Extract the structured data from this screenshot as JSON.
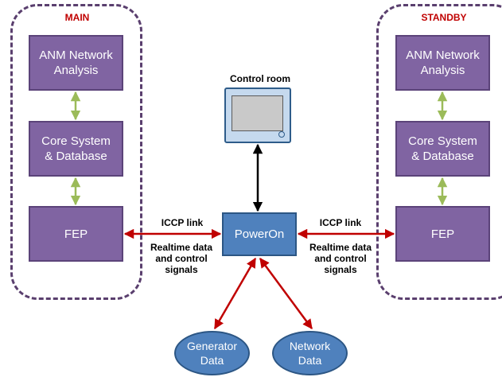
{
  "groups": {
    "main": {
      "title": "MAIN",
      "analysis_line1": "ANM Network",
      "analysis_line2": "Analysis",
      "core_line1": "Core System",
      "core_line2": "& Database",
      "fep": "FEP"
    },
    "standby": {
      "title": "STANDBY",
      "analysis_line1": "ANM Network",
      "analysis_line2": "Analysis",
      "core_line1": "Core System",
      "core_line2": "& Database",
      "fep": "FEP"
    }
  },
  "control_room": {
    "label": "Control room"
  },
  "poweron": {
    "label": "PowerOn"
  },
  "links": {
    "left": {
      "title": "ICCP link",
      "desc_line1": "Realtime data",
      "desc_line2": "and control",
      "desc_line3": "signals"
    },
    "right": {
      "title": "ICCP link",
      "desc_line1": "Realtime data",
      "desc_line2": "and control",
      "desc_line3": "signals"
    }
  },
  "data_sources": {
    "generator": {
      "line1": "Generator",
      "line2": "Data"
    },
    "network": {
      "line1": "Network",
      "line2": "Data"
    }
  },
  "colors": {
    "group_box": "#8064a2",
    "poweron_box": "#4f81bd",
    "group_frame": "#5a3f6e",
    "group_title": "#c00000",
    "internal_link": "#9bbb59",
    "external_link": "#c00000",
    "control_link": "#000000"
  }
}
